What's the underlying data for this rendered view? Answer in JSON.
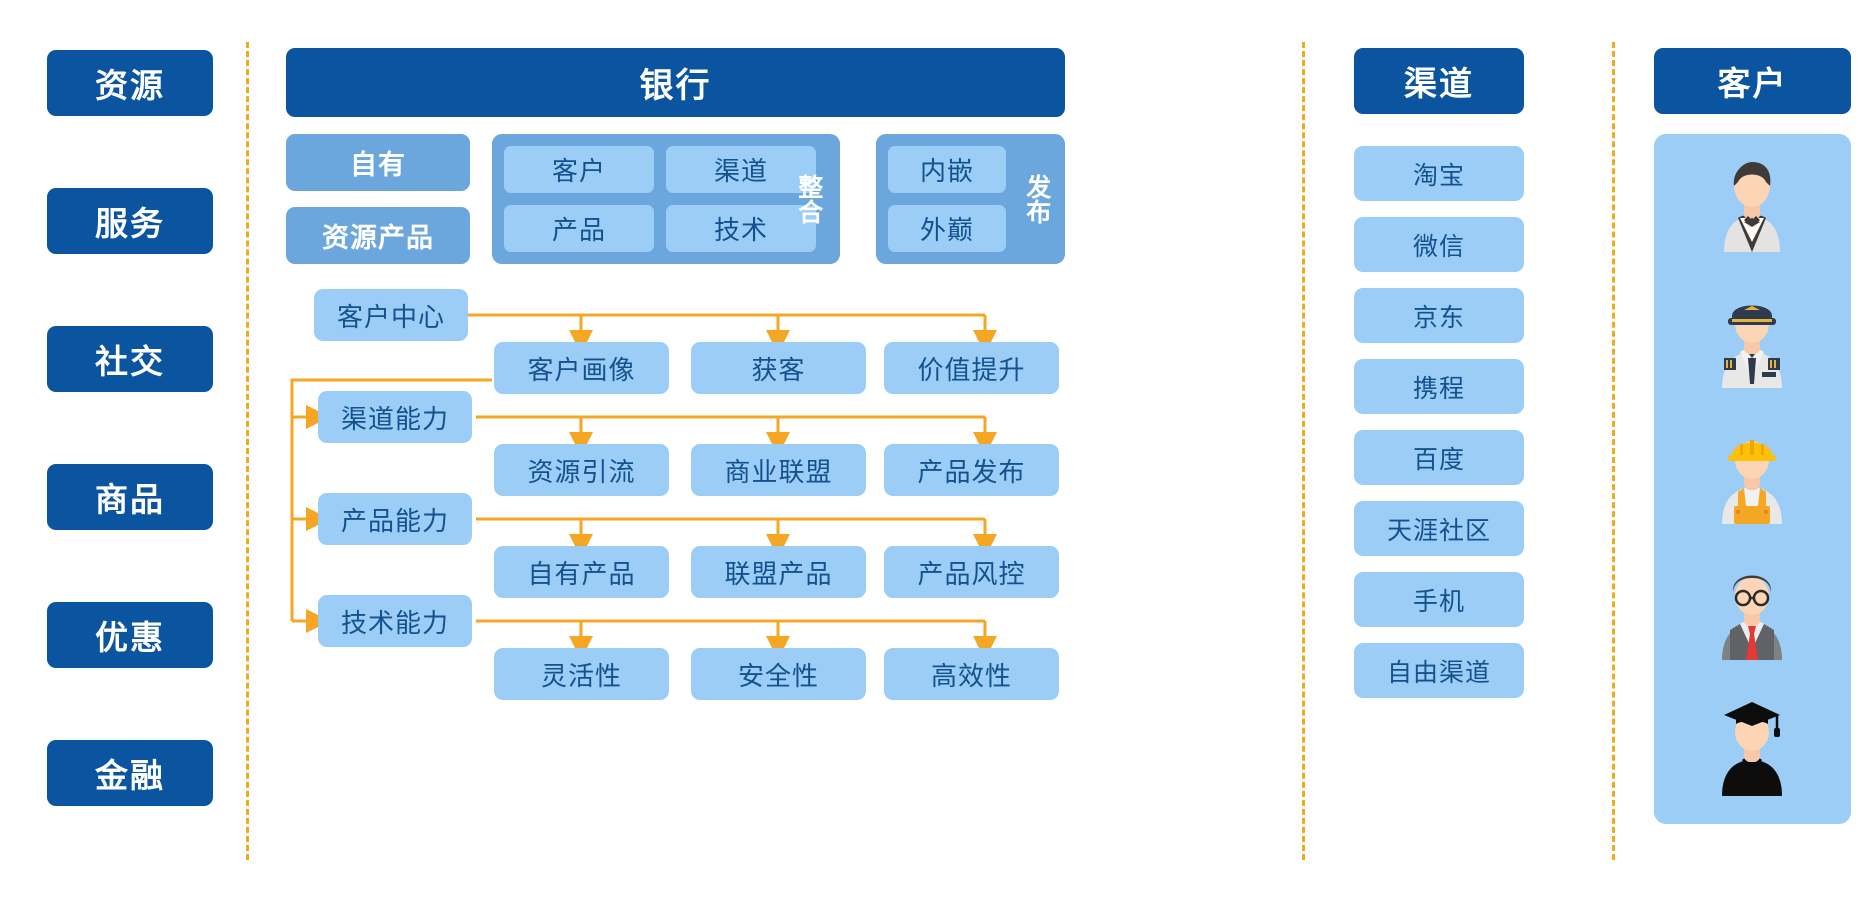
{
  "theme": {
    "navy": "#0A54A0",
    "mid_blue": "#6BA6DD",
    "light_blue": "#9CCDF6",
    "text_blue": "#14518F",
    "wire_orange": "#F5A623",
    "divider_orange": "#F3A81E",
    "background": "#FFFFFF"
  },
  "left_column": {
    "items": [
      {
        "label": "资源"
      },
      {
        "label": "服务"
      },
      {
        "label": "社交"
      },
      {
        "label": "商品"
      },
      {
        "label": "优惠"
      },
      {
        "label": "金融"
      }
    ]
  },
  "bank": {
    "title": "银行",
    "own_stack": [
      {
        "label": "自有"
      },
      {
        "label": "资源产品"
      }
    ],
    "integrate": {
      "vertical_label": "整合",
      "cells": [
        "客户",
        "渠道",
        "产品",
        "技术"
      ]
    },
    "publish": {
      "vertical_label": "发布",
      "cells": [
        "内嵌",
        "外巅"
      ]
    },
    "flow": {
      "rows": [
        {
          "capability": "客户中心",
          "leaves": [
            "客户画像",
            "获客",
            "价值提升"
          ]
        },
        {
          "capability": "渠道能力",
          "leaves": [
            "资源引流",
            "商业联盟",
            "产品发布"
          ]
        },
        {
          "capability": "产品能力",
          "leaves": [
            "自有产品",
            "联盟产品",
            "产品风控"
          ]
        },
        {
          "capability": "技术能力",
          "leaves": [
            "灵活性",
            "安全性",
            "高效性"
          ]
        }
      ]
    }
  },
  "channel": {
    "title": "渠道",
    "items": [
      {
        "label": "淘宝"
      },
      {
        "label": "微信"
      },
      {
        "label": "京东"
      },
      {
        "label": "携程"
      },
      {
        "label": "百度"
      },
      {
        "label": "天涯社区"
      },
      {
        "label": "手机"
      },
      {
        "label": "自由渠道"
      }
    ]
  },
  "customer": {
    "title": "客户",
    "avatars": [
      {
        "icon": "waiter-avatar-icon"
      },
      {
        "icon": "pilot-avatar-icon"
      },
      {
        "icon": "construction-worker-avatar-icon"
      },
      {
        "icon": "businessman-avatar-icon"
      },
      {
        "icon": "graduate-avatar-icon"
      }
    ]
  }
}
